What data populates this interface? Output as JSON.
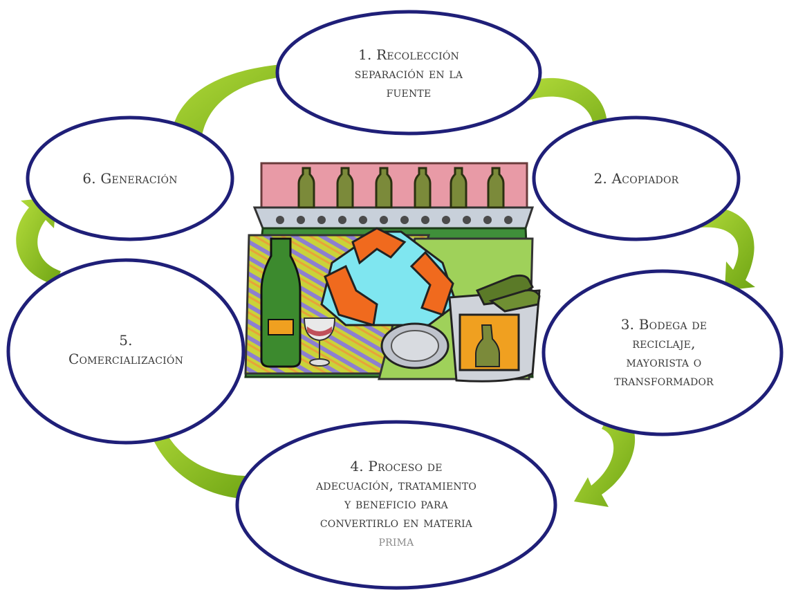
{
  "stages": [
    {
      "number": "1.",
      "lines": [
        "1. Recolección",
        "separación en la",
        "fuente"
      ]
    },
    {
      "number": "2.",
      "lines": [
        "2. Acopiador"
      ]
    },
    {
      "number": "3.",
      "lines": [
        "3. Bodega de",
        "reciclaje,",
        "mayorista o",
        "transformador"
      ]
    },
    {
      "number": "4.",
      "lines": [
        "4. Proceso de",
        "adecuación, tratamiento",
        "y beneficio para",
        "convertirlo en materia",
        "prima"
      ]
    },
    {
      "number": "5.",
      "lines": [
        "5.",
        "Comercialización"
      ]
    },
    {
      "number": "6.",
      "lines": [
        "6. Generación"
      ]
    }
  ],
  "center_image": "recycling-clipart",
  "colors": {
    "ellipse_border": "#1f1f78",
    "arrow_green": "#8dc21f",
    "recycle_orange": "#f06a1e",
    "recycle_center": "#7fe6f0"
  }
}
